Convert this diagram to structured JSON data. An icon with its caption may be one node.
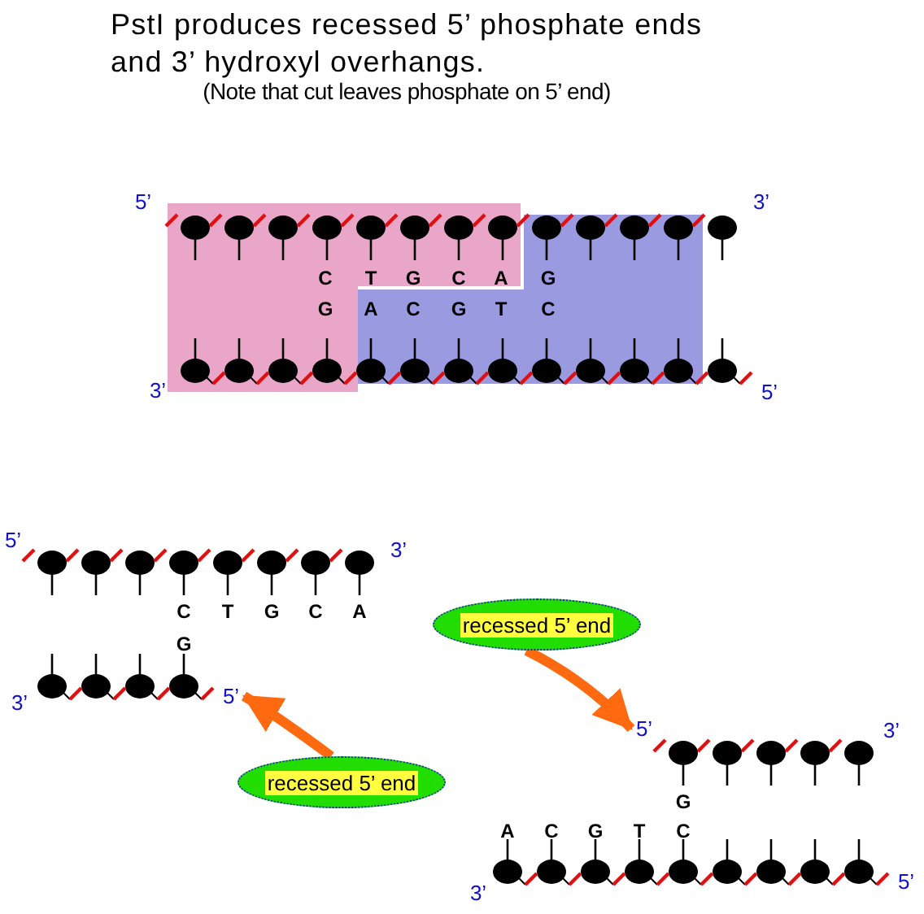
{
  "diagram": {
    "title": "PstI produces recessed 5’ phosphate ends and 3’ hydroxyl overhangs.",
    "nodes": [
      {
        "text": [
          "recessed 5’ end"
        ]
      },
      {
        "text": [
          "5’"
        ]
      },
      {
        "text": [
          "5’"
        ]
      },
      {
        "text": [
          "recessed 5’ end"
        ]
      }
    ],
    "edges": [
      {
        "from": 0,
        "to": 2,
        "arrow": "to"
      },
      {
        "from": 3,
        "to": 1,
        "arrow": "to"
      }
    ],
    "labels": [
      "(Note that cut leaves phosphate on 5’ end)",
      "5’",
      "3’",
      "C",
      "T",
      "G",
      "C",
      "A",
      "G",
      "G",
      "A",
      "C",
      "G",
      "T",
      "C",
      "3’",
      "5’",
      "5’",
      "3’",
      "C",
      "T",
      "G",
      "C",
      "A",
      "G",
      "3’",
      "3’",
      "G",
      "A",
      "C",
      "G",
      "T",
      "C",
      "3’",
      "5’"
    ]
  }
}
